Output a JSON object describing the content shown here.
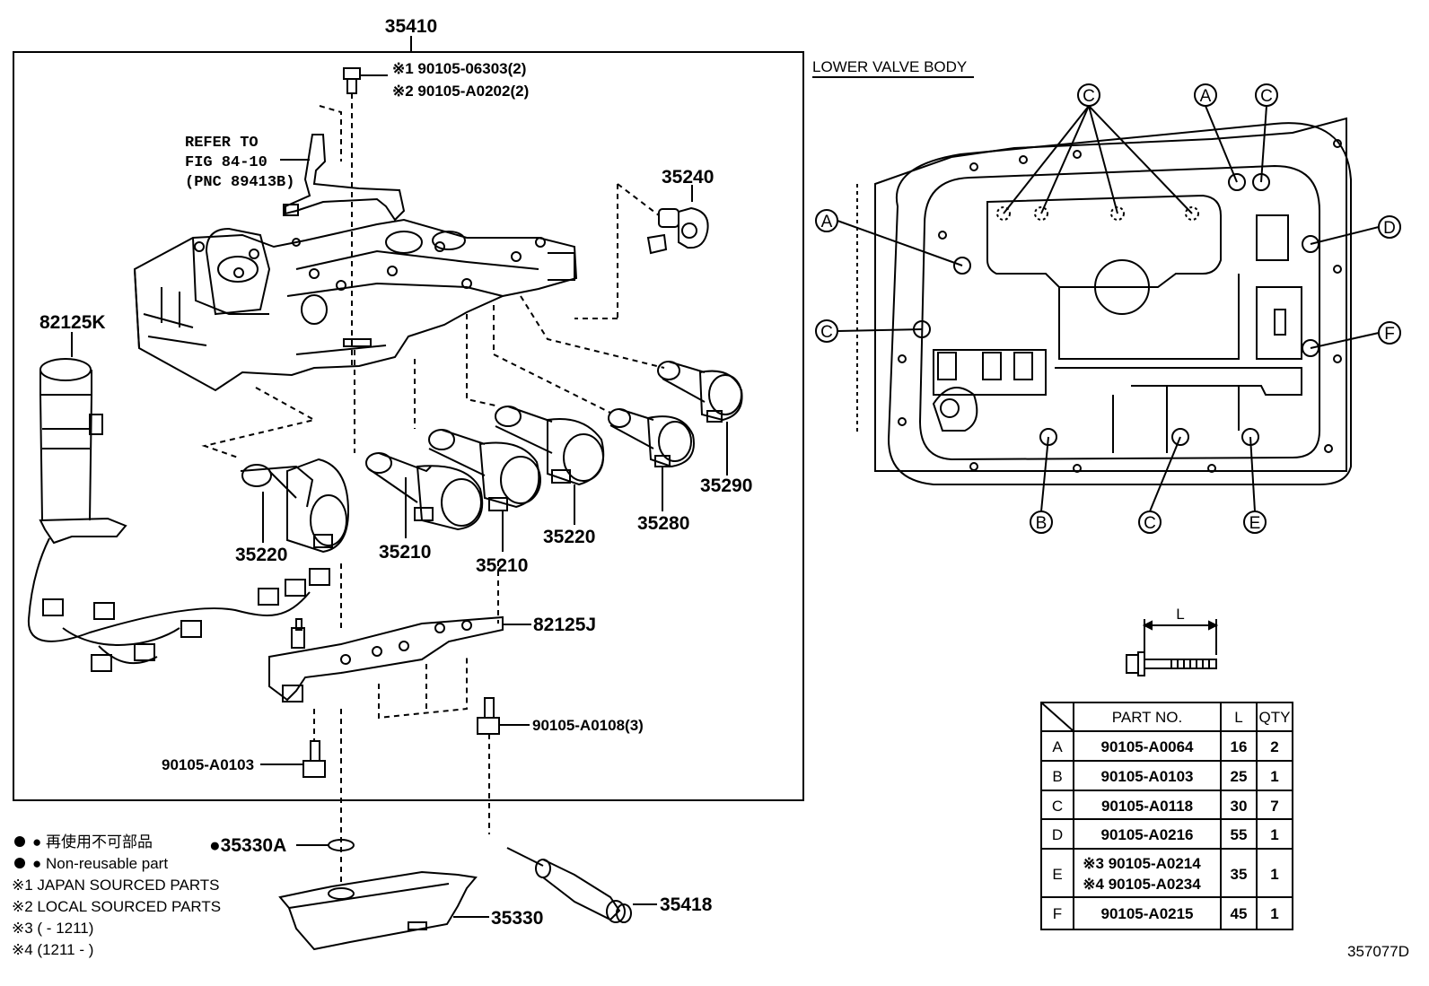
{
  "diagram": {
    "assembly_no": "35410",
    "bolt_top_1": "※1 90105-06303(2)",
    "bolt_top_2": "※2 90105-A0202(2)",
    "refer_line1": "REFER TO",
    "refer_line2": "FIG 84-10",
    "refer_line3": "(PNC 89413B)",
    "part_35240": "35240",
    "part_82125K": "82125K",
    "part_35290": "35290",
    "part_35280": "35280",
    "part_35220_left": "35220",
    "part_35220_right": "35220",
    "part_35210_a": "35210",
    "part_35210_b": "35210",
    "part_82125J": "82125J",
    "bolt_a0108": "90105-A0108(3)",
    "bolt_a0103": "90105-A0103",
    "part_35330A": "●35330A",
    "part_35330": "35330",
    "part_35418": "35418",
    "lower_valve_body": "LOWER VALVE BODY",
    "bolt_dimension": "L",
    "drawing_code": "357077D"
  },
  "callouts": {
    "c_top1": "C",
    "a_top": "A",
    "c_top2": "C",
    "a_left": "A",
    "d_right": "D",
    "c_left": "C",
    "f_right": "F",
    "b_bottom": "B",
    "c_bottom": "C",
    "e_bottom": "E"
  },
  "legend": {
    "line1": "● 再使用不可部品",
    "line2": "● Non-reusable part",
    "line3": "※1 JAPAN SOURCED PARTS",
    "line4": "※2 LOCAL SOURCED PARTS",
    "line5": "※3 (        - 1211)",
    "line6": "※4 (1211 -        )"
  },
  "table": {
    "headers": {
      "part_no": "PART NO.",
      "l": "L",
      "qty": "QTY"
    },
    "rows": [
      {
        "key": "A",
        "part": "90105-A0064",
        "l": "16",
        "qty": "2"
      },
      {
        "key": "B",
        "part": "90105-A0103",
        "l": "25",
        "qty": "1"
      },
      {
        "key": "C",
        "part": "90105-A0118",
        "l": "30",
        "qty": "7"
      },
      {
        "key": "D",
        "part": "90105-A0216",
        "l": "55",
        "qty": "1"
      },
      {
        "key": "E",
        "part": "※3 90105-A0214",
        "part2": "※4 90105-A0234",
        "l": "35",
        "qty": "1"
      },
      {
        "key": "F",
        "part": "90105-A0215",
        "l": "45",
        "qty": "1"
      }
    ]
  }
}
